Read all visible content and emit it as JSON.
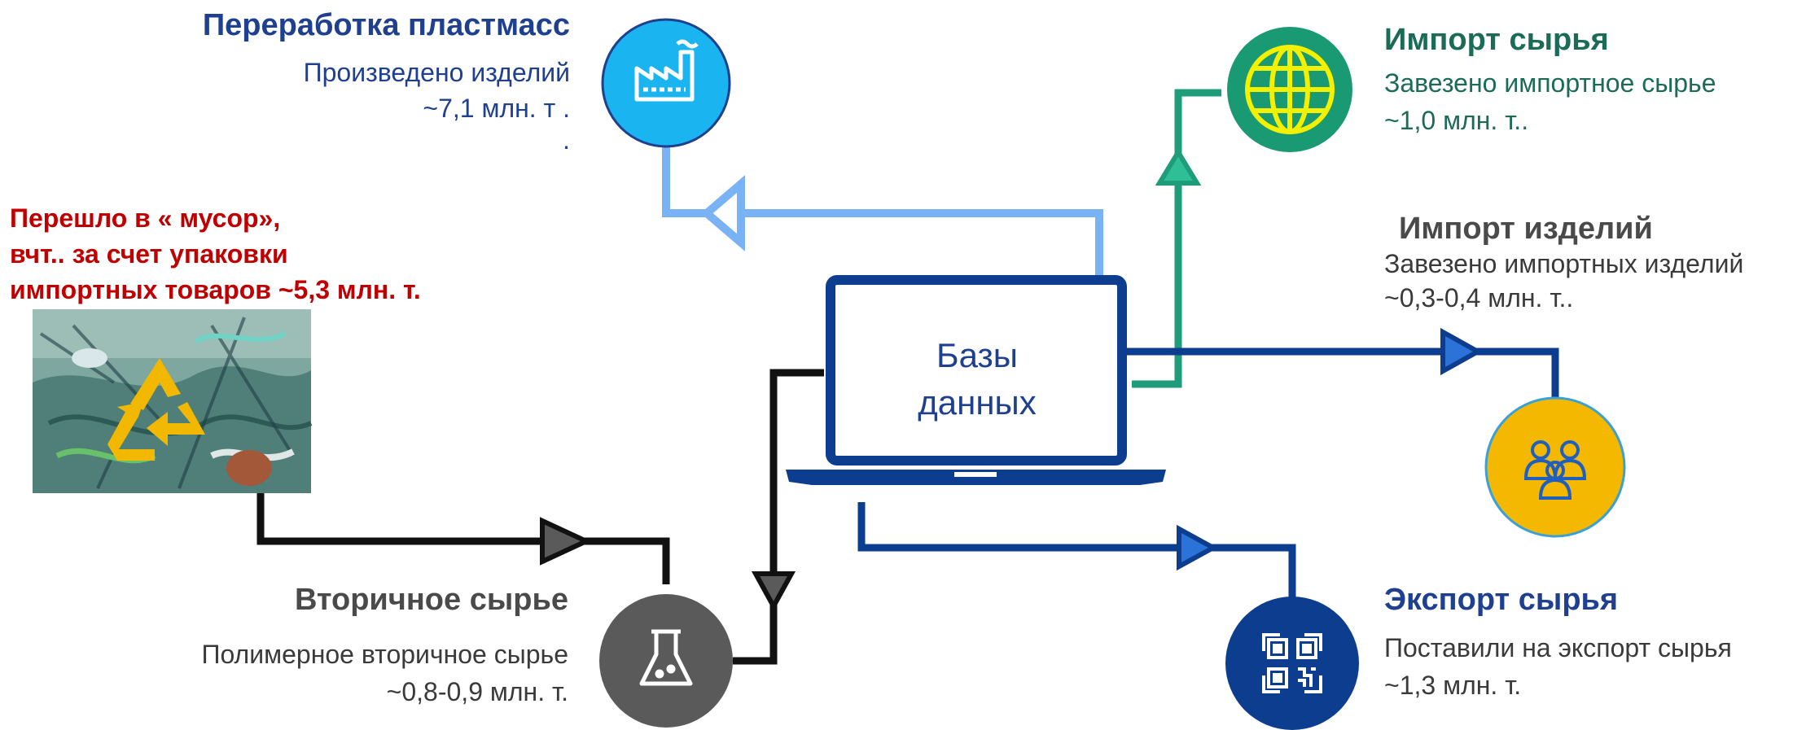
{
  "center": {
    "line1": "Базы",
    "line2": "данных"
  },
  "processing": {
    "title": "Переработка пластмасс",
    "line1": "Произведено  изделий",
    "line2": "~7,1 млн. т .",
    "line3": "."
  },
  "import_raw": {
    "title": "Импорт сырья",
    "line1": "Завезено импортное сырье",
    "line2": " ~1,0 млн. т.."
  },
  "import_goods": {
    "title": "Импорт изделий",
    "line1": "Завезено импортных изделий",
    "line2": " ~0,3-0,4 млн. т.."
  },
  "waste": {
    "line1": "Перешло в « мусор»,",
    "line2": " вчт.. за счет упаковки",
    "line3": "импортных товаров ~5,3 млн. т."
  },
  "secondary": {
    "title": "Вторичное сырье",
    "line1": "Полимерное вторичное сырье",
    "line2": "~0,8-0,9 млн. т."
  },
  "export_raw": {
    "title": "Экспорт сырья",
    "line1": "Поставили на экспорт сырья",
    "line2": " ~1,3 млн. т."
  },
  "icons": {
    "processing": "factory-icon",
    "import_raw": "globe-icon",
    "import_goods": "people-icon",
    "waste": "recycle-icon",
    "secondary": "flask-icon",
    "export_raw": "qr-code-icon",
    "center": "laptop-icon"
  },
  "colors": {
    "light_blue": "#7ab3f5",
    "dark_blue": "#0d3d8f",
    "green": "#1f9c7a",
    "black": "#111111",
    "cyan_circle": "#1ab4f0",
    "teal_circle": "#1a9a72",
    "yellow_circle": "#f5b800",
    "grey_circle": "#5a5a5a",
    "waste_red": "#c00000"
  }
}
